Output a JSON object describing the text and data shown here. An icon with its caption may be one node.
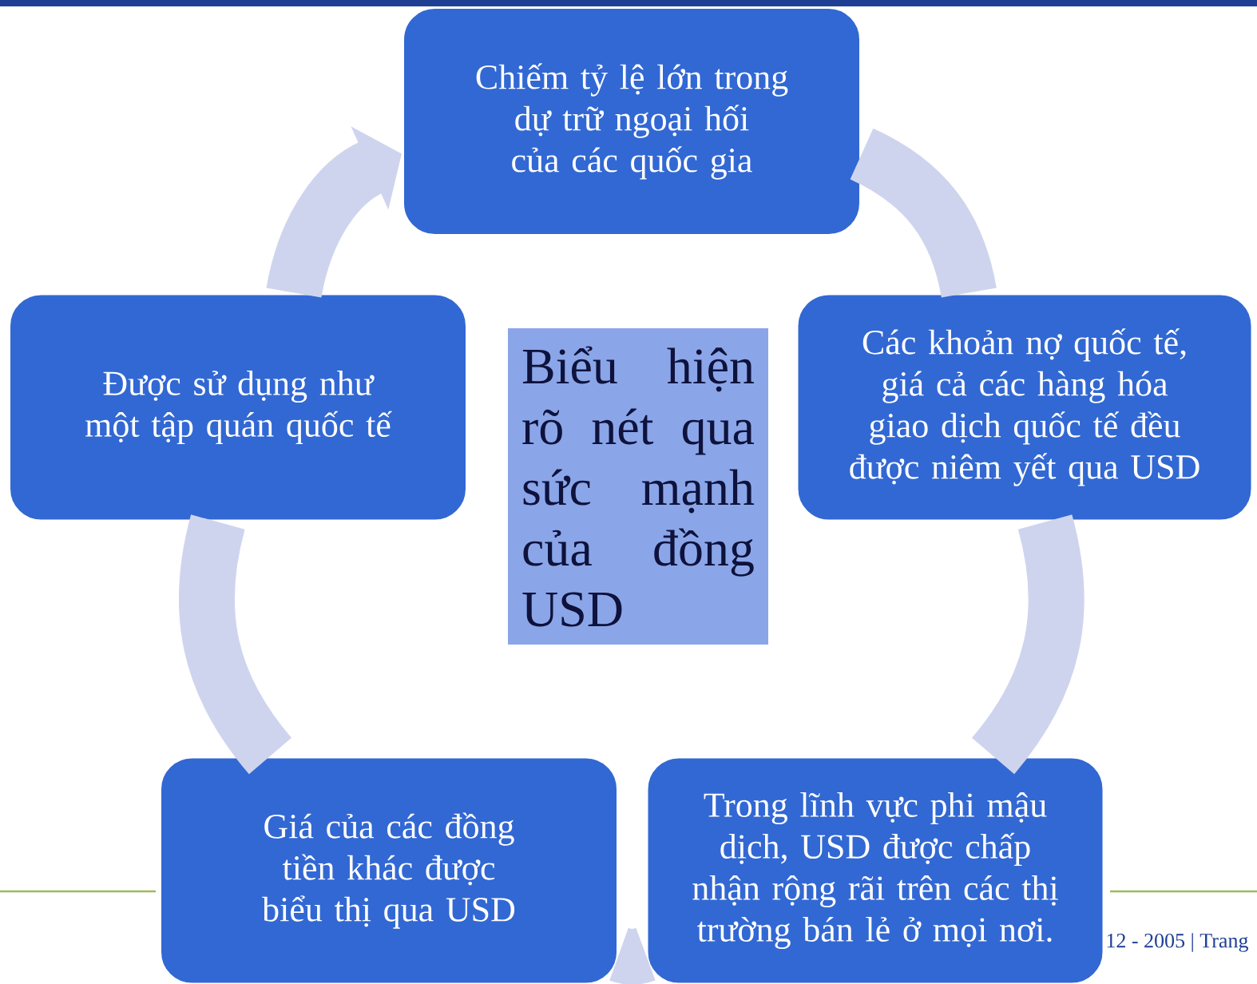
{
  "diagram": {
    "nodes": [
      {
        "text": [
          "Chiếm tỷ lệ lớn trong dự trữ ngoại hối của các quốc gia"
        ]
      },
      {
        "text": [
          "Được sử dụng như một tập quán quốc tế"
        ]
      },
      {
        "text": [
          "Biểu hiện rõ nét qua sức mạnh của đồng USD"
        ]
      },
      {
        "text": [
          "Các khoản nợ quốc tế, giá cả các hàng hóa giao dịch quốc tế đều được niêm yết qua USD"
        ]
      },
      {
        "text": [
          "Giá của các đồng tiền khác được biểu thị qua USD"
        ]
      },
      {
        "text": [
          "Trong lĩnh vực phi mậu dịch, USD được chấp nhận rộng rãi trên các thị trường bán lẻ ở mọi nơi."
        ]
      }
    ],
    "edges": [
      {
        "from": 0,
        "to": 3,
        "arrow": "none"
      },
      {
        "from": 3,
        "to": 5,
        "arrow": "none"
      },
      {
        "from": 5,
        "to": 4,
        "arrow": "none"
      },
      {
        "from": 4,
        "to": 1,
        "arrow": "none"
      },
      {
        "from": 1,
        "to": 0,
        "arrow": "to"
      }
    ],
    "labels": [
      "12 - 2005 | Trang"
    ]
  }
}
